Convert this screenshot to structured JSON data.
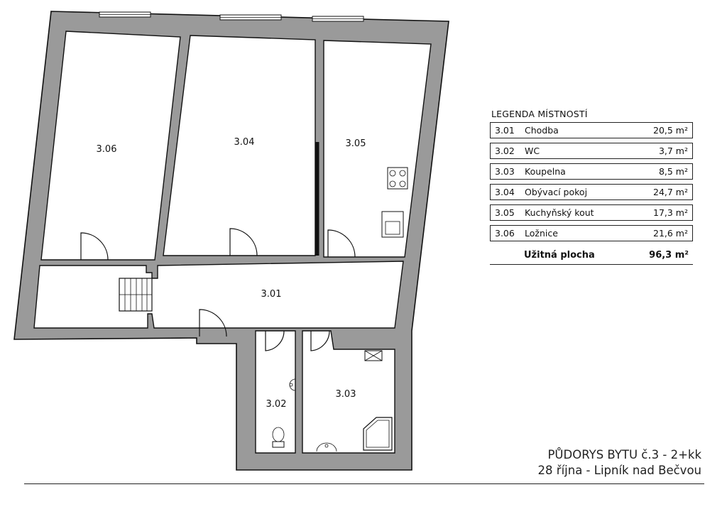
{
  "rooms": [
    {
      "code": "3.01",
      "label": "3.01"
    },
    {
      "code": "3.02",
      "label": "3.02"
    },
    {
      "code": "3.03",
      "label": "3.03"
    },
    {
      "code": "3.04",
      "label": "3.04"
    },
    {
      "code": "3.05",
      "label": "3.05"
    },
    {
      "code": "3.06",
      "label": "3.06"
    }
  ],
  "legend": {
    "title": "LEGENDA MÍSTNOSTÍ",
    "rows": [
      {
        "code": "3.01",
        "name": "Chodba",
        "area": "20,5 m²"
      },
      {
        "code": "3.02",
        "name": "WC",
        "area": "3,7 m²"
      },
      {
        "code": "3.03",
        "name": "Koupelna",
        "area": "8,5 m²"
      },
      {
        "code": "3.04",
        "name": "Obývací pokoj",
        "area": "24,7 m²"
      },
      {
        "code": "3.05",
        "name": "Kuchyňský kout",
        "area": "17,3 m²"
      },
      {
        "code": "3.06",
        "name": "Ložnice",
        "area": "21,6 m²"
      }
    ],
    "total_label": "Užitná plocha",
    "total_value": "96,3 m²"
  },
  "footer": {
    "line1": "PŮDORYS BYTU č.3 - 2+kk",
    "line2": "28 října - Lipník nad Bečvou"
  },
  "colors": {
    "wall": "#9a9a9a",
    "line": "#111111",
    "background": "#ffffff"
  }
}
